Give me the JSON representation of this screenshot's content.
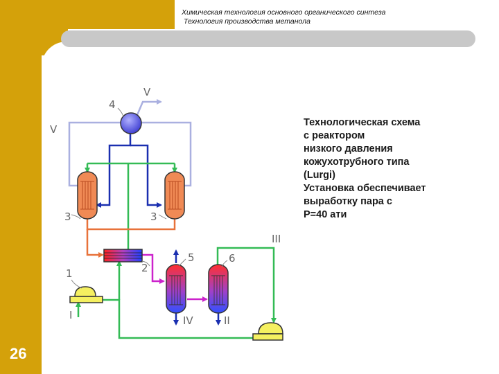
{
  "header": {
    "line1": "Химическая технология основного органического синтеза",
    "line2": " Технология производства метанола"
  },
  "description": {
    "lines": [
      "Технологическая схема",
      "с реактором",
      "низкого давления",
      "кожухотрубного типа",
      "(Lurgi)",
      "Установка обеспечивает",
      "выработку пара с",
      "Р=40 ати"
    ]
  },
  "page_number": "26",
  "diagram_labels": {
    "equipment_1": "1",
    "equipment_2": "2",
    "equipment_3_left": "3",
    "equipment_3_right": "3",
    "equipment_4": "4",
    "equipment_5": "5",
    "equipment_6": "6",
    "stream_I": "I",
    "stream_II": "II",
    "stream_III": "III",
    "stream_IV": "IV",
    "stream_V_top": "V",
    "stream_V_left": "V"
  },
  "colors": {
    "frame": "#d4a10a",
    "steam_line": "#aab0e0",
    "water_line": "#1a2fb0",
    "gas_line": "#33bb55",
    "hot_gas_line": "#e8723a",
    "product_line": "#cc22cc",
    "reactor_fill": "#f08a55",
    "drum_fill": "#6a6af0",
    "compressor_fill": "#f5f060"
  }
}
